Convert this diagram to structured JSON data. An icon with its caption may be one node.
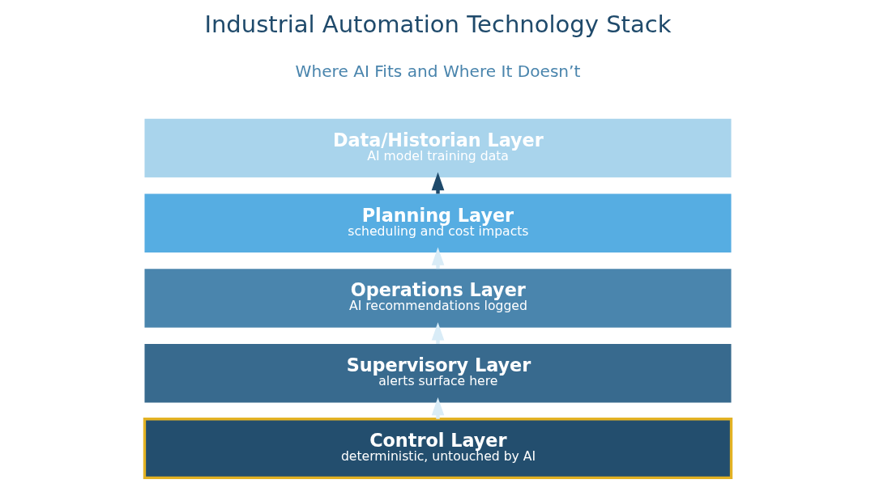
{
  "diagram": {
    "title": "Industrial Automation Technology Stack",
    "nodes": [
      {
        "text": [
          "Data/Historian Layer",
          "AI model training data"
        ]
      },
      {
        "text": [
          "Planning Layer",
          "scheduling and cost impacts"
        ]
      },
      {
        "text": [
          "Operations Layer",
          "AI recommendations logged"
        ]
      },
      {
        "text": [
          "Supervisory Layer",
          "alerts surface here"
        ]
      },
      {
        "text": [
          "Control Layer",
          "deterministic, untouched by AI"
        ]
      }
    ],
    "edges": [
      {
        "from": 4,
        "to": 3,
        "arrow": "to"
      },
      {
        "from": 3,
        "to": 2,
        "arrow": "to"
      },
      {
        "from": 2,
        "to": 1,
        "arrow": "to"
      },
      {
        "from": 1,
        "to": 0,
        "arrow": "to",
        "color": "#1f4a6b"
      }
    ],
    "labels": [
      "Where AI Fits and Where It Doesn’t"
    ]
  }
}
